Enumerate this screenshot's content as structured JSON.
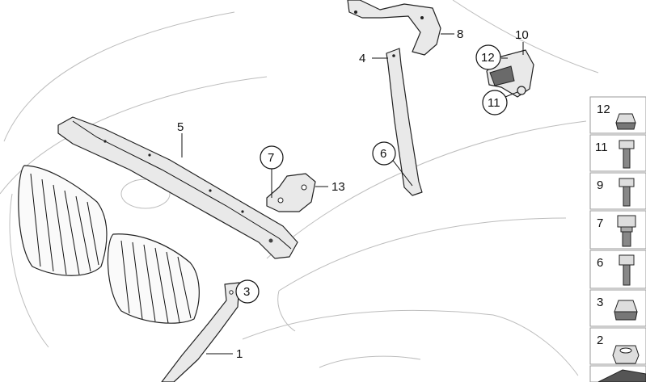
{
  "callouts": {
    "c1": "1",
    "c3": "3",
    "c4": "4",
    "c5": "5",
    "c6": "6",
    "c7": "7",
    "c8": "8",
    "c10": "10",
    "c11": "11",
    "c12": "12",
    "c13": "13"
  },
  "legend": [
    {
      "label": "12",
      "icon": "flange-nut-icon"
    },
    {
      "label": "11",
      "icon": "bolt-icon"
    },
    {
      "label": "9",
      "icon": "bolt-icon"
    },
    {
      "label": "7",
      "icon": "collar-bolt-icon"
    },
    {
      "label": "6",
      "icon": "bolt-icon"
    },
    {
      "label": "3",
      "icon": "flange-nut-icon"
    },
    {
      "label": "2",
      "icon": "hex-nut-icon"
    }
  ]
}
